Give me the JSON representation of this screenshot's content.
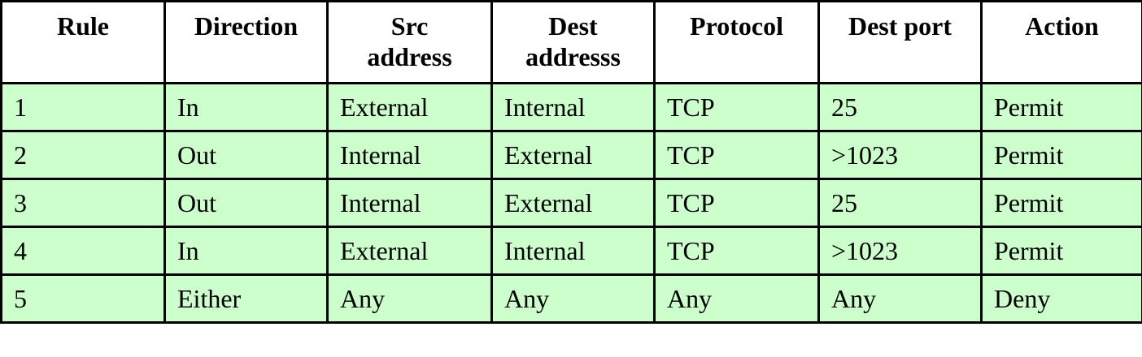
{
  "table": {
    "headers": [
      "Rule",
      "Direction",
      "Src\naddress",
      "Dest\naddresss",
      "Protocol",
      "Dest port",
      "Action"
    ],
    "rows": [
      [
        "1",
        "In",
        "External",
        "Internal",
        "TCP",
        "25",
        "Permit"
      ],
      [
        "2",
        "Out",
        "Internal",
        "External",
        "TCP",
        ">1023",
        "Permit"
      ],
      [
        "3",
        "Out",
        "Internal",
        "External",
        "TCP",
        "25",
        "Permit"
      ],
      [
        "4",
        "In",
        "External",
        "Internal",
        "TCP",
        ">1023",
        "Permit"
      ],
      [
        "5",
        "Either",
        "Any",
        "Any",
        "Any",
        "Any",
        "Deny"
      ]
    ]
  },
  "colors": {
    "header_background": "#ffffff",
    "row_background": "#ccffcc",
    "border": "#000000",
    "text": "#000000"
  }
}
